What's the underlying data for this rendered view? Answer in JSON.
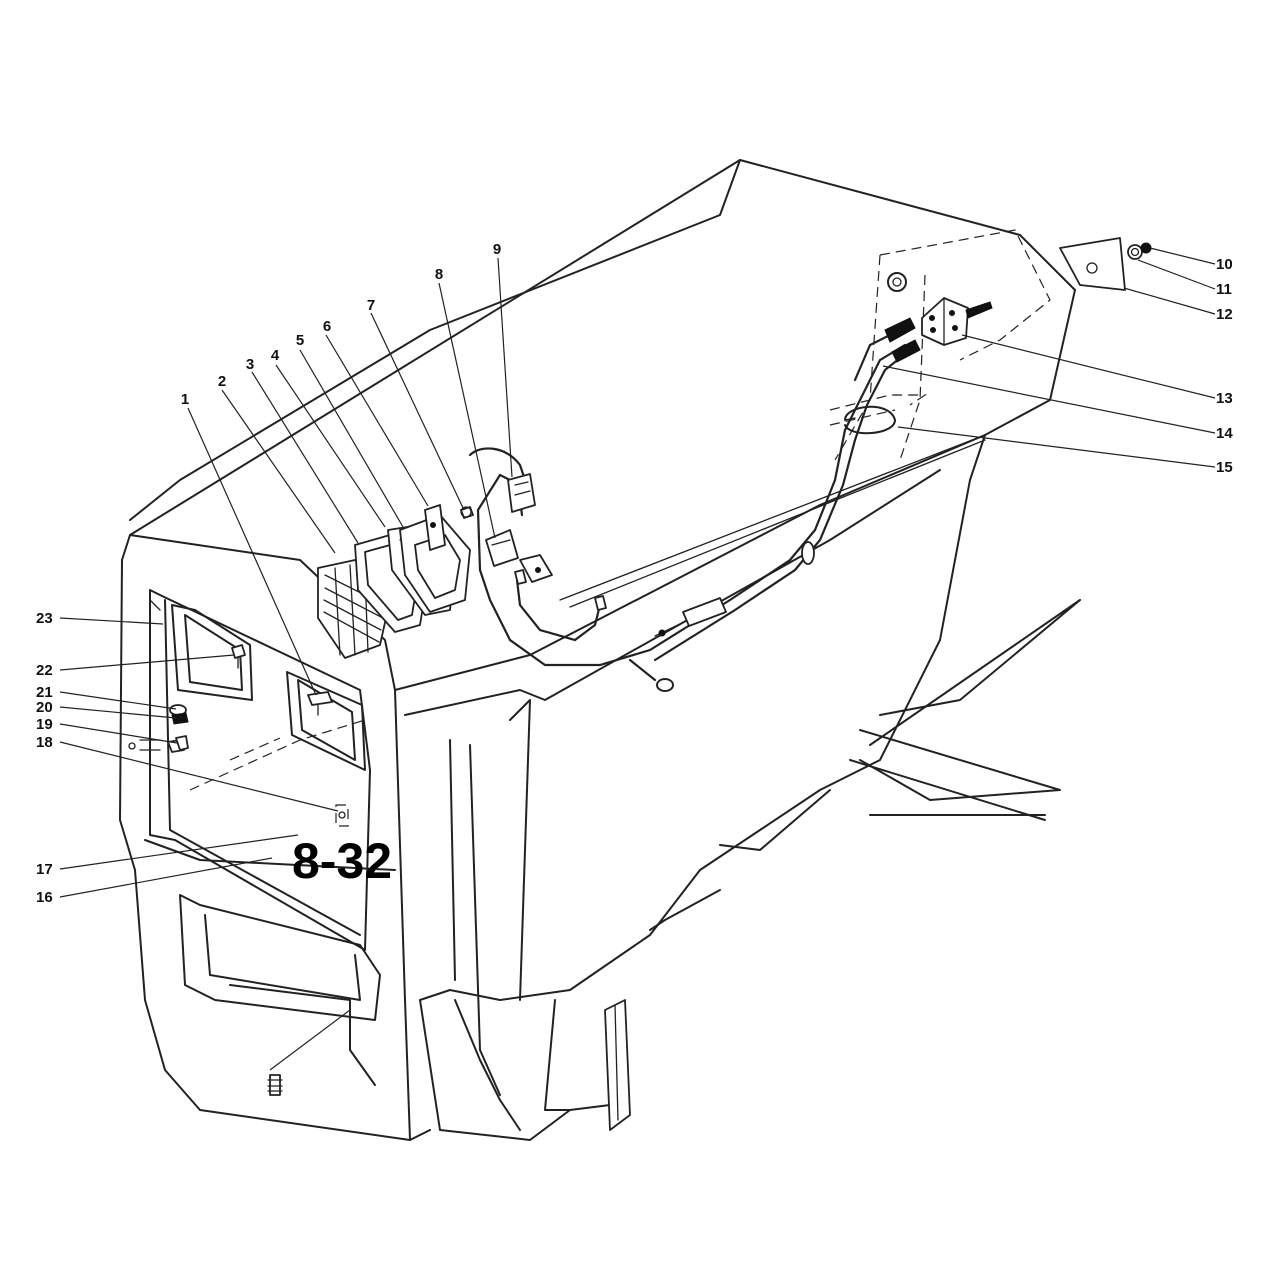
{
  "decal_text": "8-32",
  "callouts": [
    {
      "number": "1"
    },
    {
      "number": "2"
    },
    {
      "number": "3"
    },
    {
      "number": "4"
    },
    {
      "number": "5"
    },
    {
      "number": "6"
    },
    {
      "number": "7"
    },
    {
      "number": "8"
    },
    {
      "number": "9"
    },
    {
      "number": "10"
    },
    {
      "number": "11"
    },
    {
      "number": "12"
    },
    {
      "number": "13"
    },
    {
      "number": "14"
    },
    {
      "number": "15"
    },
    {
      "number": "16"
    },
    {
      "number": "17"
    },
    {
      "number": "18"
    },
    {
      "number": "19"
    },
    {
      "number": "20"
    },
    {
      "number": "21"
    },
    {
      "number": "22"
    },
    {
      "number": "23"
    }
  ]
}
